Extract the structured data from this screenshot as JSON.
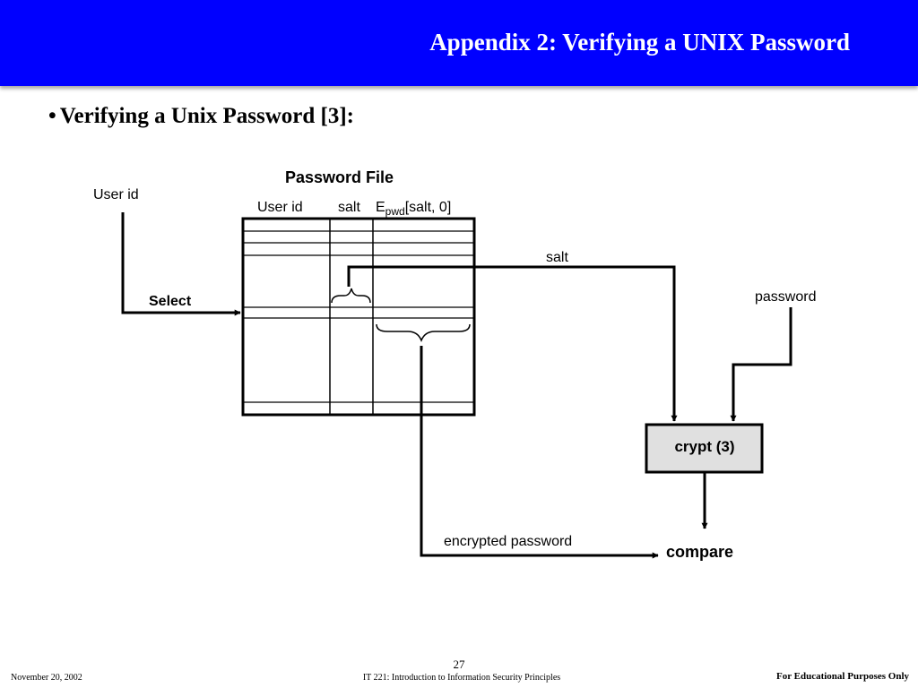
{
  "slide": {
    "title": "Appendix 2: Verifying a UNIX Password",
    "bullet": "Verifying a Unix Password [3]:",
    "bullet_symbol": "•"
  },
  "diagram": {
    "user_id_input": "User id",
    "select_label": "Select",
    "password_file_title": "Password File",
    "col_user_id": "User id",
    "col_salt": "salt",
    "col_epwd_E": "E",
    "col_epwd_sub": "pwd",
    "col_epwd_rest": "[salt, 0]",
    "salt_label": "salt",
    "password_label": "password",
    "crypt_label": "crypt (3)",
    "encrypted_label": "encrypted password",
    "compare_label": "compare"
  },
  "footer": {
    "date": "November 20,  2002",
    "course": "IT 221: Introduction to Information Security Principles",
    "notice": "For Educational Purposes Only",
    "page": "27"
  },
  "colors": {
    "header_bg": "#0000ff",
    "header_text": "#ffffff",
    "crypt_box_fill": "#e0e0e0"
  }
}
